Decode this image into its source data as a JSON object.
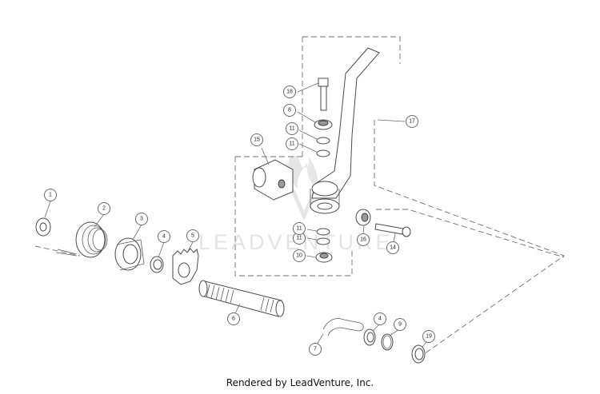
{
  "diagram": {
    "part_callouts": [
      "1",
      "2",
      "3",
      "4",
      "5",
      "6",
      "7",
      "4",
      "9",
      "19",
      "10",
      "11",
      "11",
      "16",
      "14",
      "15",
      "11",
      "11",
      "8",
      "18",
      "17"
    ],
    "watermark_text": "LEADVENTURE"
  },
  "footer": {
    "text": "Rendered by LeadVenture, Inc."
  }
}
